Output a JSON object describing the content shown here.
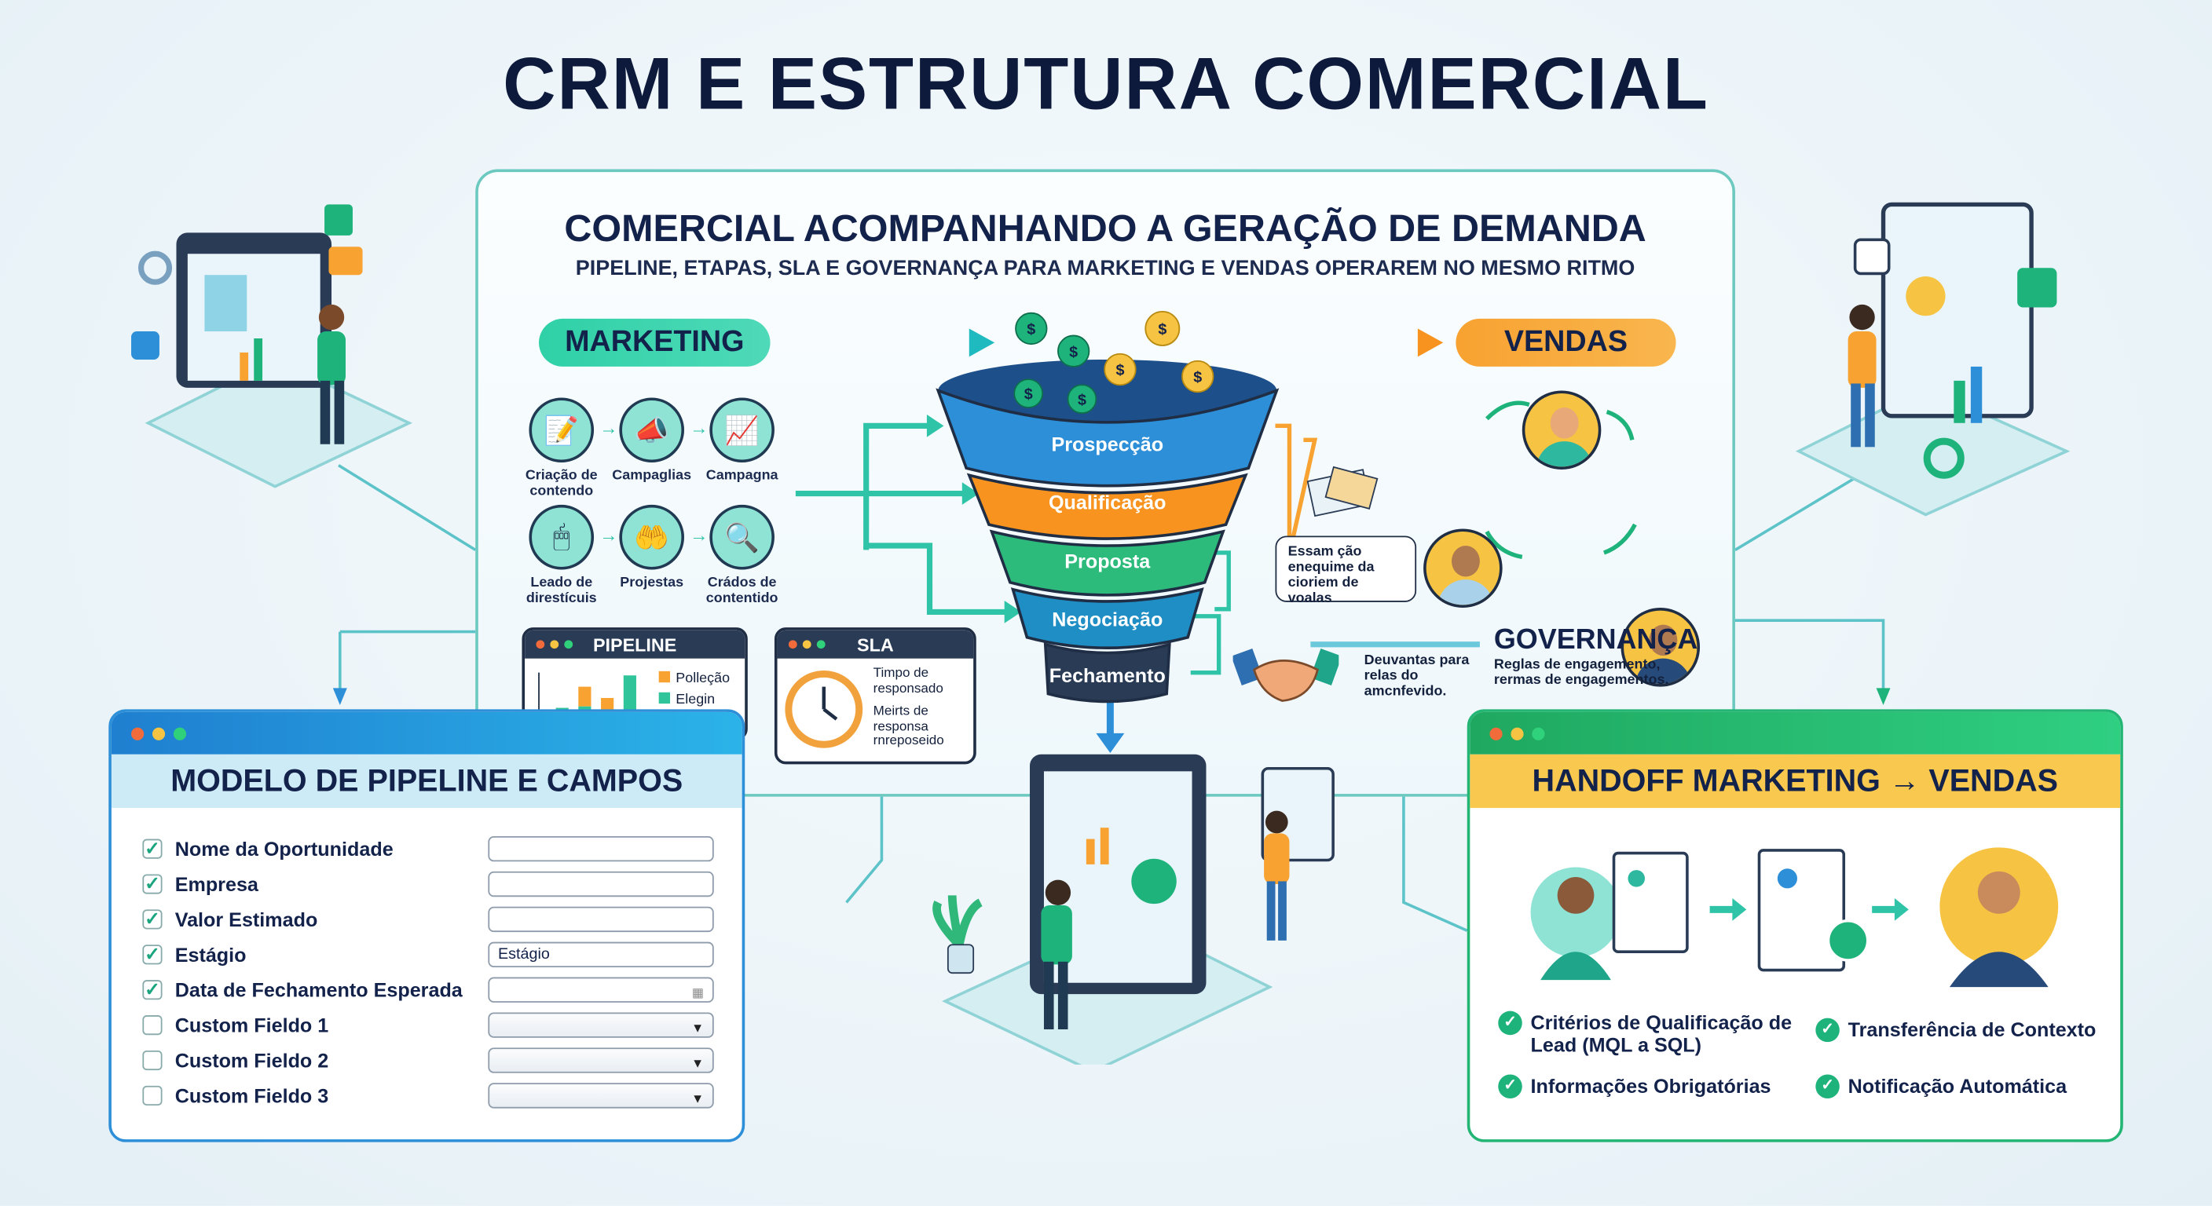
{
  "title": "CRM E ESTRUTURA COMERCIAL",
  "central": {
    "heading": "COMERCIAL ACOMPANHANDO A GERAÇÃO DE DEMANDA",
    "subheading": "PIPELINE, ETAPAS, SLA E GOVERNANÇA PARA MARKETING E VENDAS OPERAREM NO MESMO RITMO",
    "marketing": "MARKETING",
    "vendas": "VENDAS",
    "marketing_steps": [
      {
        "label": "Criação de contendo",
        "icon": "document-pencil-icon"
      },
      {
        "label": "Campaglias",
        "icon": "megaphone-icon"
      },
      {
        "label": "Campagna",
        "icon": "monitor-chart-icon"
      },
      {
        "label": "Leado de direstícuis",
        "icon": "browser-cursor-icon"
      },
      {
        "label": "Projestas",
        "icon": "hand-offer-icon"
      },
      {
        "label": "Crádos de contentido",
        "icon": "document-search-icon"
      }
    ],
    "funnel": [
      "Prospecção",
      "Qualificação",
      "Proposta",
      "Negociação",
      "Fechamento"
    ],
    "coin_symbol": "$",
    "pipeline_window": {
      "title": "PIPELINE",
      "legend": [
        "Polleção",
        "Elegin"
      ]
    },
    "sla_window": {
      "title": "SLA",
      "items": [
        "Timpo de responsado",
        "Meirts de responsa rnreposeido"
      ]
    },
    "bubble": "Essam ção enequime da cioriem de voalas",
    "handshake_text": "Deuvantas para relas do amcnfevido.",
    "governance": {
      "title": "GOVERNANÇA",
      "text": "Reglas de engagemento, rermas de engagementos."
    }
  },
  "left_panel": {
    "title": "MODELO DE PIPELINE E CAMPOS",
    "fields": [
      {
        "label": "Nome da Oportunidade",
        "checked": true,
        "value": "",
        "type": "text"
      },
      {
        "label": "Empresa",
        "checked": true,
        "value": "",
        "type": "text"
      },
      {
        "label": "Valor Estimado",
        "checked": true,
        "value": "",
        "type": "text"
      },
      {
        "label": "Estágio",
        "checked": true,
        "value": "Estágio",
        "type": "text"
      },
      {
        "label": "Data de Fechamento Esperada",
        "checked": true,
        "value": "",
        "type": "date"
      },
      {
        "label": "Custom Fieldo 1",
        "checked": false,
        "value": "",
        "type": "select"
      },
      {
        "label": "Custom Fieldo 2",
        "checked": false,
        "value": "",
        "type": "select"
      },
      {
        "label": "Custom Fieldo 3",
        "checked": false,
        "value": "",
        "type": "select"
      }
    ]
  },
  "right_panel": {
    "title": "HANDOFF MARKETING → VENDAS",
    "bullets": [
      "Critérios de Qualificação de Lead (MQL a SQL)",
      "Transferência de Contexto",
      "Informações Obrigatórias",
      "Notificação Automática"
    ]
  },
  "colors": {
    "navy": "#0e1a3b",
    "teal": "#2fd1a7",
    "orange": "#f7a231",
    "blue": "#2d8fd8",
    "green": "#1fb37c",
    "yellow": "#f6c343"
  }
}
